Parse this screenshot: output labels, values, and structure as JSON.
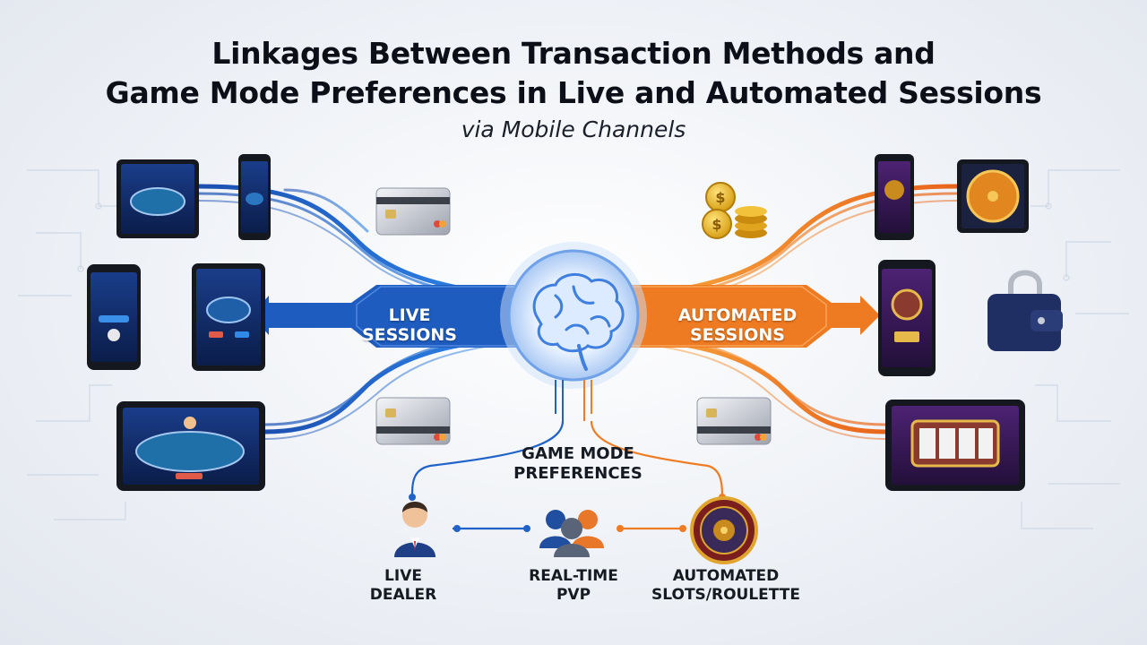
{
  "title": {
    "line1": "Linkages Between Transaction Methods and",
    "line2": "Game Mode Preferences in Live and Automated Sessions",
    "subtitle": "via Mobile Channels"
  },
  "hub": {
    "icon": "brain-icon"
  },
  "arrows": {
    "live": {
      "line1": "LIVE",
      "line2": "SESSIONS",
      "color": "#1f63c9"
    },
    "automated": {
      "line1": "AUTOMATED",
      "line2": "SESSIONS",
      "color": "#ef7c22"
    }
  },
  "game_mode": {
    "line1": "GAME MODE",
    "line2": "PREFERENCES",
    "options": [
      {
        "line1": "LIVE",
        "line2": "DEALER",
        "icon": "live-dealer-icon"
      },
      {
        "line1": "REAL-TIME",
        "line2": "PVP",
        "icon": "players-group-icon"
      },
      {
        "line1": "AUTOMATED",
        "line2": "SLOTS/ROULETTE",
        "icon": "roulette-wheel-icon"
      }
    ]
  },
  "transaction_icons": [
    "credit-card-icon",
    "coin-stack-icon",
    "wallet-icon"
  ],
  "device_icons": [
    "tablet-icon",
    "smartphone-icon"
  ],
  "colors": {
    "live": "#1f63c9",
    "automated": "#ef7c22",
    "text": "#161a22"
  }
}
